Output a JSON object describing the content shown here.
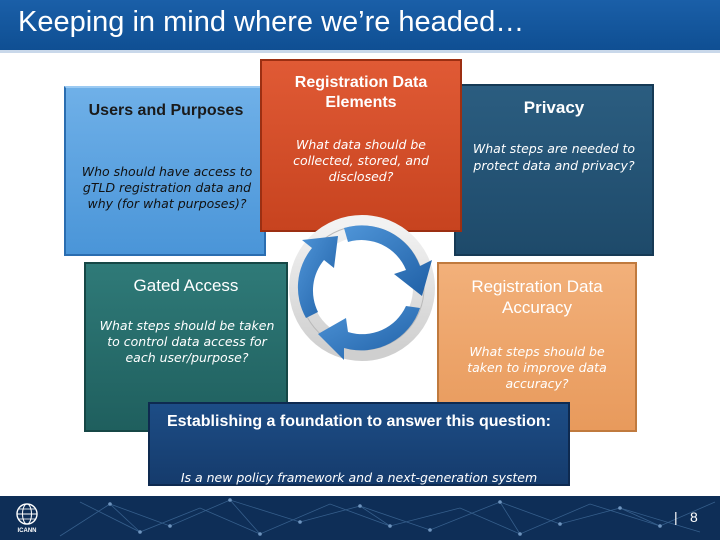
{
  "slide": {
    "title": "Keeping in mind where we’re headed…",
    "page_separator": "|",
    "page_number": "8",
    "logo_text": "ICANN"
  },
  "boxes": {
    "users": {
      "heading": "Users and Purposes",
      "question": "Who should have access to gTLD registration data and why (for what purposes)?"
    },
    "data_elements": {
      "heading": "Registration Data Elements",
      "question": "What data should be collected, stored, and disclosed?"
    },
    "privacy": {
      "heading": "Privacy",
      "question": "What steps are needed to protect data and privacy?"
    },
    "gated_access": {
      "heading": "Gated Access",
      "question": "What steps should be taken to control data access for each user/purpose?"
    },
    "accuracy": {
      "heading": "Registration Data Accuracy",
      "question": "What steps should be taken to improve data accuracy?"
    },
    "foundation": {
      "heading": "Establishing a foundation to answer this question:",
      "question": "Is a new policy framework and a next-generation system needed to address these requirements?"
    }
  },
  "colors": {
    "title_bar": "#1a5fa8",
    "users": "#5aa2e0",
    "data_elements": "#d34f2a",
    "privacy": "#245374",
    "gated_access": "#276d6b",
    "accuracy": "#eea46a",
    "foundation": "#1a4479",
    "cycle_arrow": "#2f78c4"
  },
  "icons": {
    "cycle": "circular-arrows-icon",
    "logo": "icann-globe-icon"
  }
}
